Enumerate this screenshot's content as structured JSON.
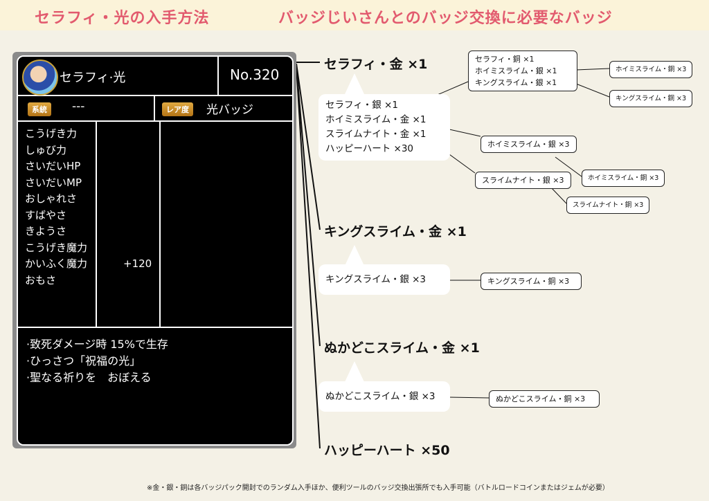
{
  "banner": {
    "left": "セラフィ・光の入手方法",
    "right": "バッジじいさんとのバッジ交換に必要なバッジ"
  },
  "card": {
    "name": "セラフィ·光",
    "number": "No.320",
    "tag1_label": "系統",
    "tag1_value": "---",
    "tag2_label": "レア度",
    "tag2_value": "光バッジ",
    "stats": [
      "こうげき力",
      "しゅび力",
      "さいだいHP",
      "さいだいMP",
      "おしゃれさ",
      "すばやさ",
      "きようさ",
      "こうげき魔力",
      "かいふく魔力",
      "おもさ"
    ],
    "stat_value": "+120",
    "effects": [
      "·致死ダメージ時  15%で生存",
      "·ひっさつ「祝福の光」",
      "·聖なる祈りを　おぼえる"
    ]
  },
  "req1": {
    "title": "セラフィ・金 ×1",
    "items": [
      "セラフィ・銀 ×1",
      "ホイミスライム・金 ×1",
      "スライムナイト・金 ×1",
      "ハッピーハート ×30"
    ],
    "box_top": [
      "セラフィ・銅 ×1",
      "ホイミスライム・銀 ×1",
      "キングスライム・銀 ×1"
    ],
    "box_hoimi_copper_a": "ホイミスライム・銅 ×3",
    "box_king_copper_a": "キングスライム・銅 ×3",
    "box_hoimi_silver": "ホイミスライム・銀 ×3",
    "box_hoimi_copper_b": "ホイミスライム・銅 ×3",
    "box_knight_silver": "スライムナイト・銀 ×3",
    "box_knight_copper": "スライムナイト・銅 ×3"
  },
  "req2": {
    "title": "キングスライム・金 ×1",
    "item": "キングスライム・銀 ×3",
    "box": "キングスライム・銅 ×3"
  },
  "req3": {
    "title": "ぬかどこスライム・金 ×1",
    "item": "ぬかどこスライム・銀 ×3",
    "box": "ぬかどこスライム・銅 ×3"
  },
  "req4": {
    "title": "ハッピーハート ×50"
  },
  "footnote": "※金・銀・銅は各バッジパック開封でのランダム入手ほか、便利ツールのバッジ交換出張所でも入手可能（バトルロードコインまたはジェムが必要）"
}
